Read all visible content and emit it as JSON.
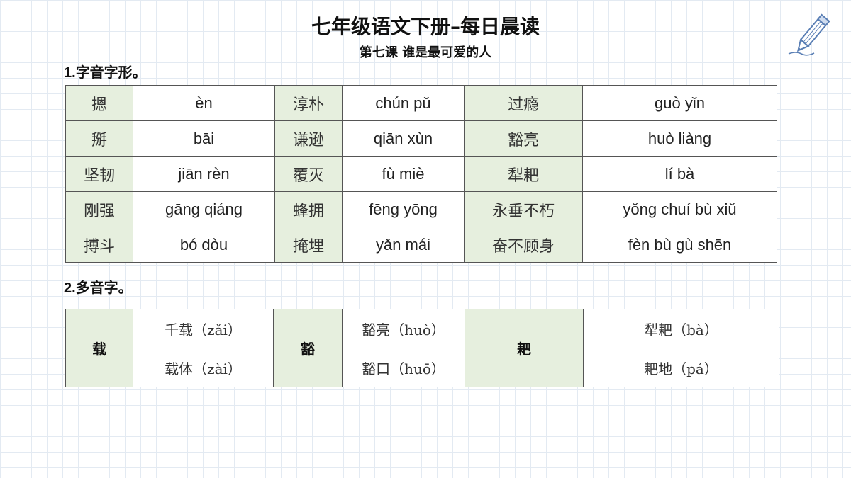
{
  "header": {
    "title": "七年级语文下册–每日晨读",
    "subtitle": "第七课  谁是最可爱的人"
  },
  "section1": {
    "number": "1.",
    "title": "字音字形。",
    "rows": [
      [
        {
          "word": "摁",
          "pinyin": "èn"
        },
        {
          "word": "淳朴",
          "pinyin": "chún pǔ"
        },
        {
          "word": "过瘾",
          "pinyin": "guò yǐn"
        }
      ],
      [
        {
          "word": "掰",
          "pinyin": "bāi"
        },
        {
          "word": "谦逊",
          "pinyin": "qiān xùn"
        },
        {
          "word": "豁亮",
          "pinyin": "huò liàng"
        }
      ],
      [
        {
          "word": "坚韧",
          "pinyin": "jiān rèn"
        },
        {
          "word": "覆灭",
          "pinyin": "fù miè"
        },
        {
          "word": "犁耙",
          "pinyin": "lí bà"
        }
      ],
      [
        {
          "word": "刚强",
          "pinyin": "gāng qiáng"
        },
        {
          "word": "蜂拥",
          "pinyin": "fēng yōng"
        },
        {
          "word": "永垂不朽",
          "pinyin": "yǒng chuí bù xiǔ"
        }
      ],
      [
        {
          "word": "搏斗",
          "pinyin": "bó dòu"
        },
        {
          "word": "掩埋",
          "pinyin": "yǎn mái"
        },
        {
          "word": "奋不顾身",
          "pinyin": "fèn bù gù shēn"
        }
      ]
    ]
  },
  "section2": {
    "number": "2.",
    "title": "多音字。",
    "groups": [
      {
        "char": "载",
        "items": [
          "千载（zǎi）",
          "载体（zài）"
        ]
      },
      {
        "char": "豁",
        "items": [
          "豁亮（huò）",
          "豁口（huō）"
        ]
      },
      {
        "char": "耙",
        "items": [
          "犁耙（bà）",
          "耙地（pá）"
        ]
      }
    ]
  }
}
